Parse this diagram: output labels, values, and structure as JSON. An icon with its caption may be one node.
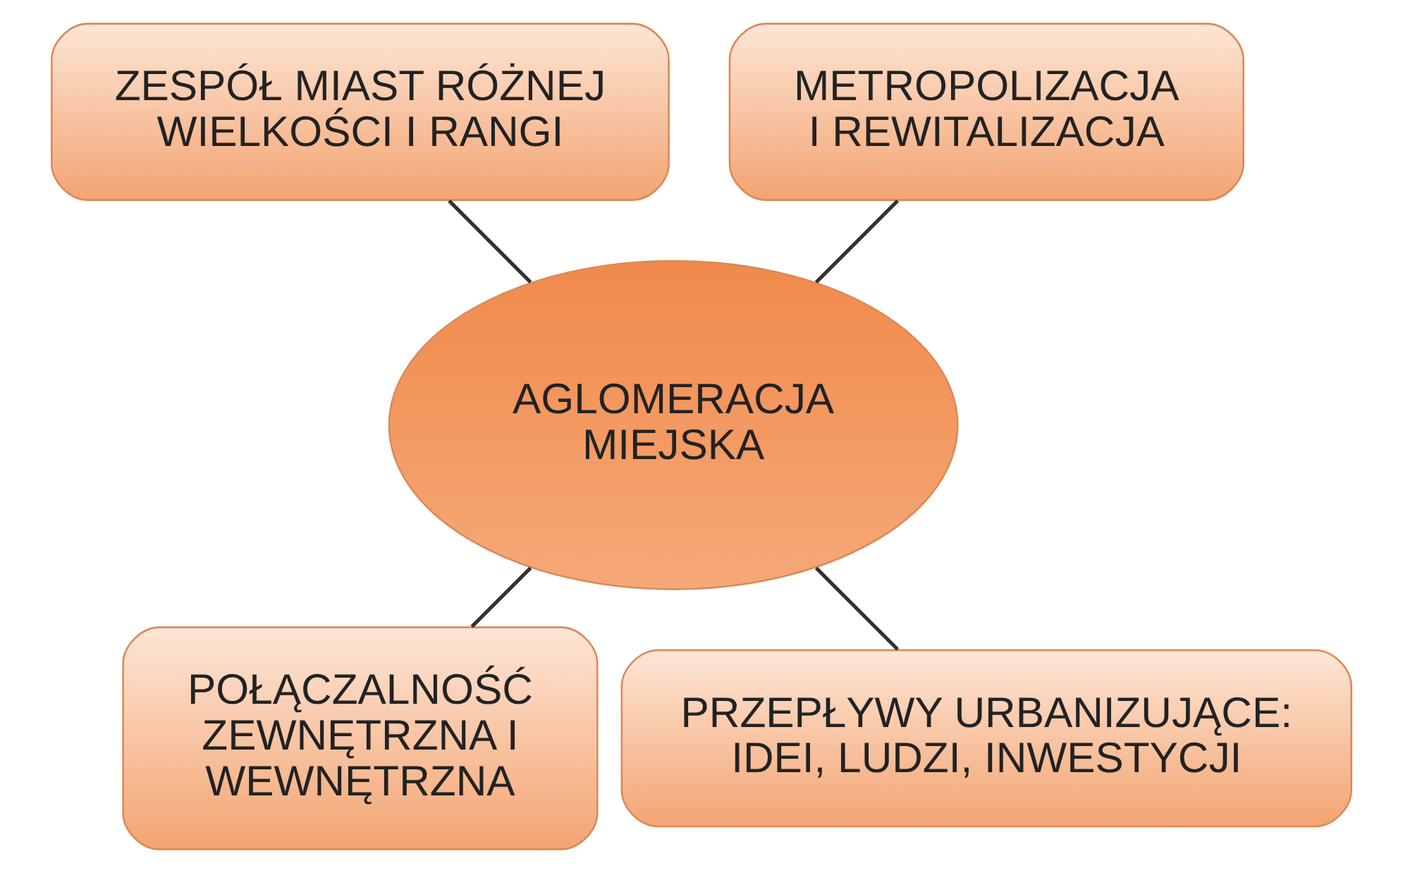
{
  "diagram": {
    "nodes": [
      {
        "text": [
          "AGLOMERACJA MIEJSKA"
        ]
      },
      {
        "text": [
          "METROPOLIZACJA I REWITALIZACJA"
        ]
      },
      {
        "text": [
          "ZESPÓŁ MIAST RÓŻNEJ WIELKOŚCI I RANGI"
        ]
      },
      {
        "text": [
          "POŁĄCZALNOŚĆ ZEWNĘTRZNA I WEWNĘTRZNA"
        ]
      },
      {
        "text": [
          "PRZEPŁYWY URBANIZUJĄCE: IDEI, LUDZI, INWESTYCJI"
        ]
      }
    ],
    "edges": [
      {
        "from": 0,
        "to": 1,
        "arrow": "none"
      },
      {
        "from": 0,
        "to": 2,
        "arrow": "none"
      },
      {
        "from": 0,
        "to": 3,
        "arrow": "none"
      },
      {
        "from": 0,
        "to": 4,
        "arrow": "none"
      }
    ]
  }
}
